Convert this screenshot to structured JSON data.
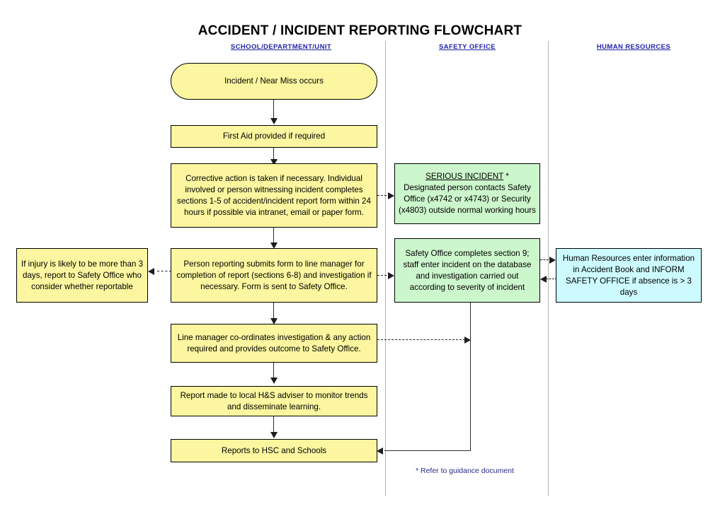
{
  "title": "ACCIDENT / INCIDENT REPORTING FLOWCHART",
  "lanes": [
    {
      "label": "SCHOOL/DEPARTMENT/UNIT"
    },
    {
      "label": "SAFETY OFFICE"
    },
    {
      "label": "HUMAN RESOURCES"
    }
  ],
  "nodes": {
    "incident": "Incident / Near Miss occurs",
    "first_aid": "First Aid provided if required",
    "corrective_action": "Corrective action is taken if necessary. Individual involved or person witnessing incident completes sections 1-5 of accident/incident report form within 24 hours if possible via intranet, email or paper form.",
    "serious_incident_heading": "SERIOUS INCIDENT",
    "serious_incident_marker": " *",
    "serious_incident_body": "Designated person contacts Safety Office (x4742 or x4743) or Security (x4803) outside normal working hours",
    "injury_more_than_3_days": "If injury is likely to be more than 3 days, report to Safety Office who consider whether reportable",
    "person_reporting": "Person reporting submits form to line manager for completion of report (sections 6-8) and investigation if necessary.  Form is sent to Safety Office.",
    "safety_office_completes": "Safety Office completes section 9; staff enter incident on the database and investigation carried out according to severity of incident",
    "human_resources": "Human Resources enter information in Accident Book and INFORM SAFETY OFFICE if absence is > 3 days",
    "line_manager": "Line manager co-ordinates investigation & any action required and provides outcome to Safety Office.",
    "report_hs_adviser": "Report made to local H&S adviser to monitor trends and disseminate learning.",
    "reports_hsc": "Reports to HSC and Schools"
  },
  "footnote": "* Refer to guidance document",
  "colors": {
    "yellow": "#fbf69f",
    "green": "#ccf6cc",
    "blue": "#ccfaff",
    "lane_header": "#2222aa",
    "footnote": "#2a2a8c",
    "connector": "#1d1d1d",
    "divider": "#b4b4b4"
  }
}
